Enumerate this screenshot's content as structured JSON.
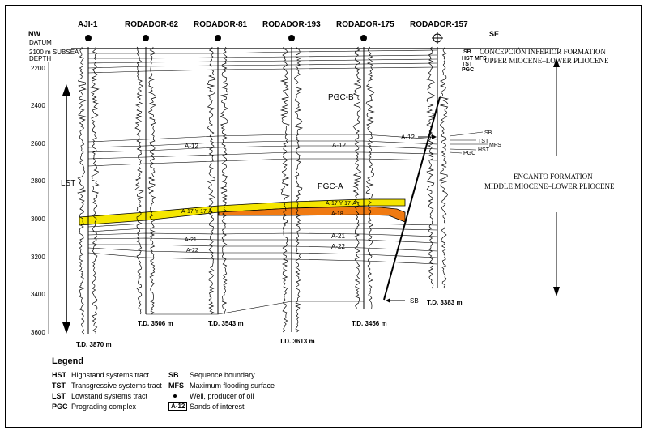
{
  "direction": {
    "left": "NW",
    "right": "SE"
  },
  "datum": {
    "label": "DATUM",
    "subsea": "2100 m SUBSEA",
    "depth": "DEPTH"
  },
  "wells": [
    {
      "name": "AJI-1",
      "td": "T.D. 3870 m",
      "symbol": "dot"
    },
    {
      "name": "RODADOR-62",
      "td": "T.D. 3506 m",
      "symbol": "dot"
    },
    {
      "name": "RODADOR-81",
      "td": "T.D. 3543 m",
      "symbol": "dot"
    },
    {
      "name": "RODADOR-193",
      "td": "T.D. 3613 m",
      "symbol": "dot"
    },
    {
      "name": "RODADOR-175",
      "td": "T.D. 3456 m",
      "symbol": "dot"
    },
    {
      "name": "RODADOR-157",
      "td": "T.D. 3383 m",
      "symbol": "crosshair"
    }
  ],
  "depth_ticks": [
    "2200",
    "2400",
    "2600",
    "2800",
    "3000",
    "3200",
    "3400",
    "3600"
  ],
  "lst_label": "LST",
  "units": {
    "pgc_b": "PGC-B",
    "pgc_a": "PGC-A",
    "a12_left": "A-12",
    "a12_right": "A-12",
    "a12_fault": "A-12",
    "a17_left": "A-17 Y 17-A",
    "a17_right": "A-17 Y 17-A",
    "a18": "A-18",
    "a21_left": "A-21",
    "a21_right": "A-21",
    "a22_left": "A-22",
    "a22_right": "A-22",
    "sb_fault": "SB"
  },
  "right_labels_top": [
    "SB",
    "HST",
    "MFS",
    "TST",
    "PGC"
  ],
  "right_labels_mid": [
    "SB",
    "TST",
    "MFS",
    "PGC",
    "HST"
  ],
  "formations": {
    "top_line1": "CONCEPCIÓN INFERIOR FORMATION",
    "top_line2": "UPPER MIOCENE–LOWER PLIOCENE",
    "mid_line1": "ENCANTO FORMATION",
    "mid_line2": "MIDDLE MIOCENE–LOWER PLIOCENE"
  },
  "legend": {
    "title": "Legend",
    "items": [
      {
        "abbr": "HST",
        "text": "Highstand systems tract",
        "abbr2": "SB",
        "text2": "Sequence boundary"
      },
      {
        "abbr": "TST",
        "text": "Transgressive systems tract",
        "abbr2": "MFS",
        "text2": "Maximum flooding surface"
      },
      {
        "abbr": "LST",
        "text": "Lowstand systems tract",
        "abbr2": "",
        "text2": "Well, producer of oil"
      },
      {
        "abbr": "PGC",
        "text": "Prograding complex",
        "abbr2": "A-12",
        "text2": "Sands of interest"
      }
    ]
  },
  "colors": {
    "yellow_sand": "#f5e600",
    "orange_sand": "#f07a12",
    "line": "#000000"
  }
}
